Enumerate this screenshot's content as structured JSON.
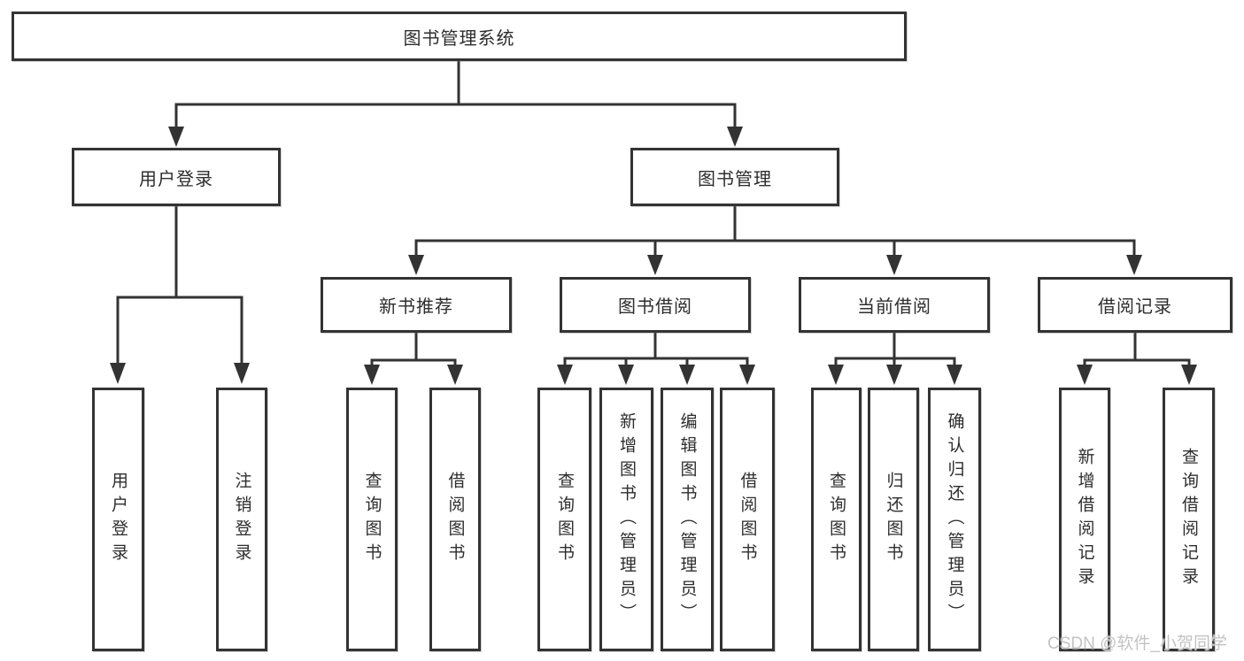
{
  "diagram_title": "图书管理系统",
  "tree": {
    "root": "图书管理系统",
    "children": [
      {
        "label": "用户登录",
        "children": [
          {
            "label": "用户登录"
          },
          {
            "label": "注销登录"
          }
        ]
      },
      {
        "label": "图书管理",
        "children": [
          {
            "label": "新书推荐",
            "children": [
              {
                "label": "查询图书"
              },
              {
                "label": "借阅图书"
              }
            ]
          },
          {
            "label": "图书借阅",
            "children": [
              {
                "label": "查询图书"
              },
              {
                "label": "新增图书（管理员）"
              },
              {
                "label": "编辑图书（管理员）"
              },
              {
                "label": "借阅图书"
              }
            ]
          },
          {
            "label": "当前借阅",
            "children": [
              {
                "label": "查询图书"
              },
              {
                "label": "归还图书"
              },
              {
                "label": "确认归还（管理员）"
              }
            ]
          },
          {
            "label": "借阅记录",
            "children": [
              {
                "label": "新增借阅记录"
              },
              {
                "label": "查询借阅记录"
              }
            ]
          }
        ]
      }
    ]
  },
  "watermark": {
    "text": "CSDN @软件_小贺同学"
  },
  "colors": {
    "background": "#ffffff",
    "line": "#333333",
    "box_border": "#333333",
    "text": "#2d2d2d",
    "watermark": "#c3c3c3"
  }
}
